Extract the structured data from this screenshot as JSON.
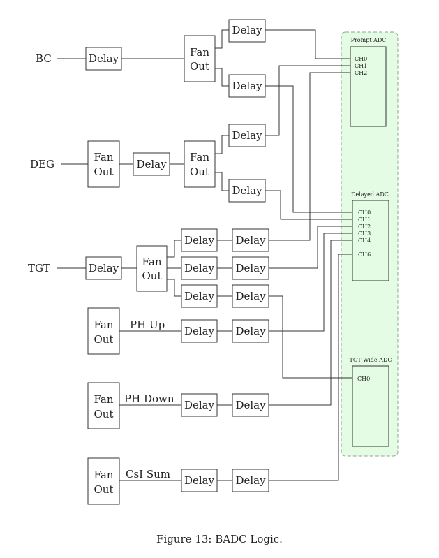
{
  "inputs": {
    "bc": "BC",
    "deg": "DEG",
    "tgt": "TGT"
  },
  "labels": {
    "delay": "Delay",
    "fan": "Fan",
    "out": "Out",
    "ph_up": "PH Up",
    "ph_down": "PH Down",
    "csi_sum": "CsI Sum"
  },
  "adcs": {
    "prompt": {
      "title": "Prompt ADC",
      "channels": [
        "CH0",
        "CH1",
        "CH2"
      ]
    },
    "delayed": {
      "title": "Delayed ADC",
      "channels": [
        "CH0",
        "CH1",
        "CH2",
        "CH3",
        "CH4",
        "CH6"
      ]
    },
    "tgt_wide": {
      "title": "TGT Wide ADC",
      "channels": [
        "CH0"
      ]
    }
  },
  "caption": "Figure 13: BADC Logic.",
  "colors": {
    "adc_fill": "#e4fce4",
    "adc_border": "#8ca88c",
    "line": "#333333"
  }
}
